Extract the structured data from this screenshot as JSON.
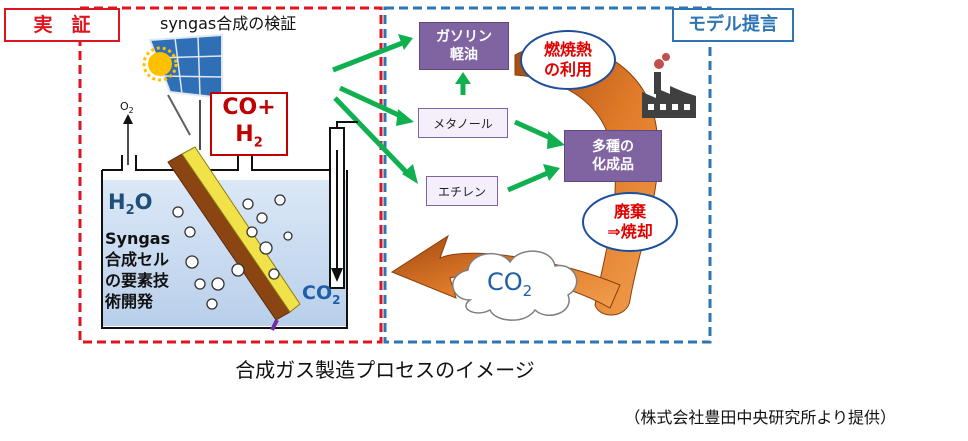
{
  "left_panel": {
    "tag": "実　証",
    "title": "syngas合成の検証",
    "o2_label": "O",
    "o2_sub": "2",
    "co_h2_line1": "CO+",
    "co_h2_line2": "H",
    "co_h2_sub": "2",
    "h2o_label": "H",
    "h2o_sub": "2",
    "h2o_tail": "O",
    "co2_label": "CO",
    "co2_sub": "2",
    "desc_lines": [
      "Syngas",
      "合成セル",
      "の要素技",
      "術開発"
    ]
  },
  "right_panel": {
    "tag": "モデル提言",
    "gasoline": [
      "ガソリン",
      "軽油"
    ],
    "methanol": "メタノール",
    "ethylene": "エチレン",
    "chemicals": [
      "多種の",
      "化成品"
    ],
    "fuel_heat": [
      "燃焼熱",
      "の利用"
    ],
    "disposal": [
      "廃棄",
      "⇒焼却"
    ],
    "cloud_co2": "CO",
    "cloud_co2_sub": "2"
  },
  "caption": "合成ガス製造プロセスのイメージ",
  "credit": "（株式会社豊田中央研究所より提供）",
  "colors": {
    "red_dash": "#e0141e",
    "blue_dash": "#2e75b6",
    "purple": "#8064a2",
    "green_arrow": "#10b050",
    "orange_arrow": "#d9701e",
    "water": "#c5d9f1"
  }
}
